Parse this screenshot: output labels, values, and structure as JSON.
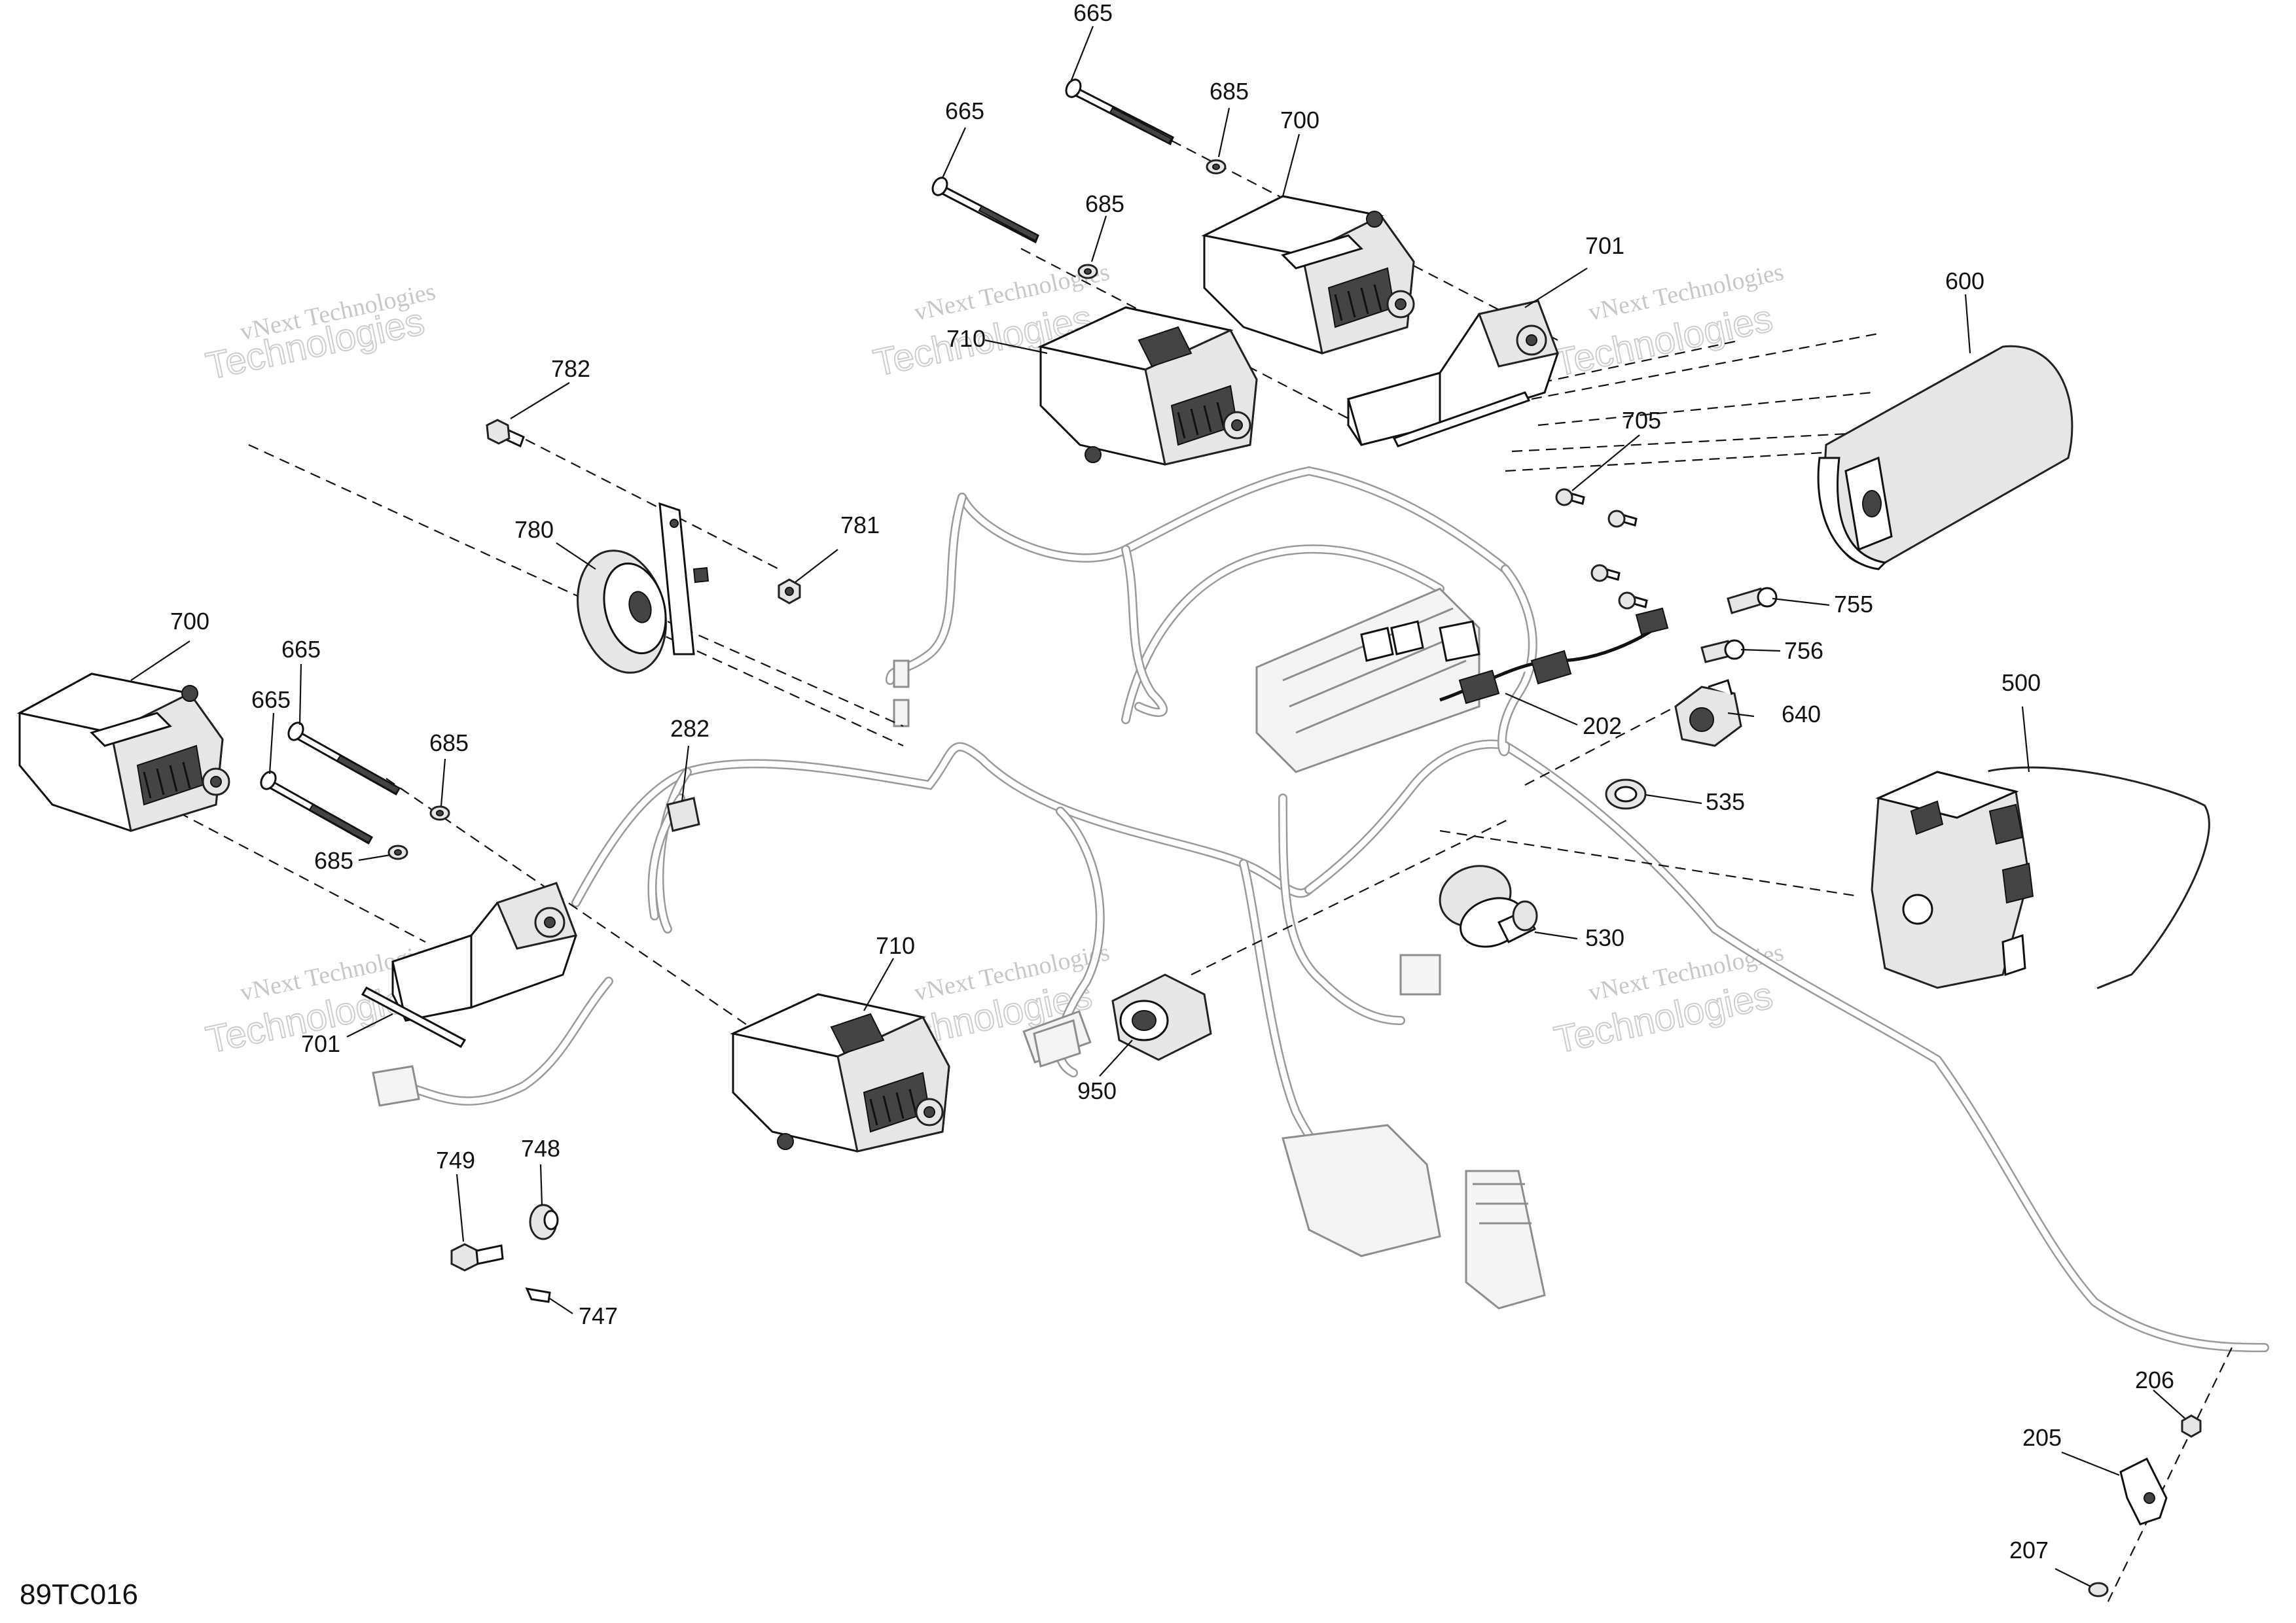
{
  "diagram": {
    "code": "89TC016",
    "watermark": {
      "line1": "vNext Technologies",
      "line2": "Technologies"
    },
    "callouts": [
      {
        "id": "c665a",
        "text": "665"
      },
      {
        "id": "c685a",
        "text": "685"
      },
      {
        "id": "c700a",
        "text": "700"
      },
      {
        "id": "c665b",
        "text": "665"
      },
      {
        "id": "c685b",
        "text": "685"
      },
      {
        "id": "c701a",
        "text": "701"
      },
      {
        "id": "c710a",
        "text": "710"
      },
      {
        "id": "c600",
        "text": "600"
      },
      {
        "id": "c782",
        "text": "782"
      },
      {
        "id": "c780",
        "text": "780"
      },
      {
        "id": "c781",
        "text": "781"
      },
      {
        "id": "c705",
        "text": "705"
      },
      {
        "id": "c755",
        "text": "755"
      },
      {
        "id": "c756",
        "text": "756"
      },
      {
        "id": "c700b",
        "text": "700"
      },
      {
        "id": "c665c",
        "text": "665"
      },
      {
        "id": "c665d",
        "text": "665"
      },
      {
        "id": "c685c",
        "text": "685"
      },
      {
        "id": "c685d",
        "text": "685"
      },
      {
        "id": "c282",
        "text": "282"
      },
      {
        "id": "c202",
        "text": "202"
      },
      {
        "id": "c640",
        "text": "640"
      },
      {
        "id": "c500",
        "text": "500"
      },
      {
        "id": "c535",
        "text": "535"
      },
      {
        "id": "c530",
        "text": "530"
      },
      {
        "id": "c710b",
        "text": "710"
      },
      {
        "id": "c701b",
        "text": "701"
      },
      {
        "id": "c950",
        "text": "950"
      },
      {
        "id": "c749",
        "text": "749"
      },
      {
        "id": "c748",
        "text": "748"
      },
      {
        "id": "c747",
        "text": "747"
      },
      {
        "id": "c206",
        "text": "206"
      },
      {
        "id": "c205",
        "text": "205"
      },
      {
        "id": "c207",
        "text": "207"
      }
    ]
  }
}
